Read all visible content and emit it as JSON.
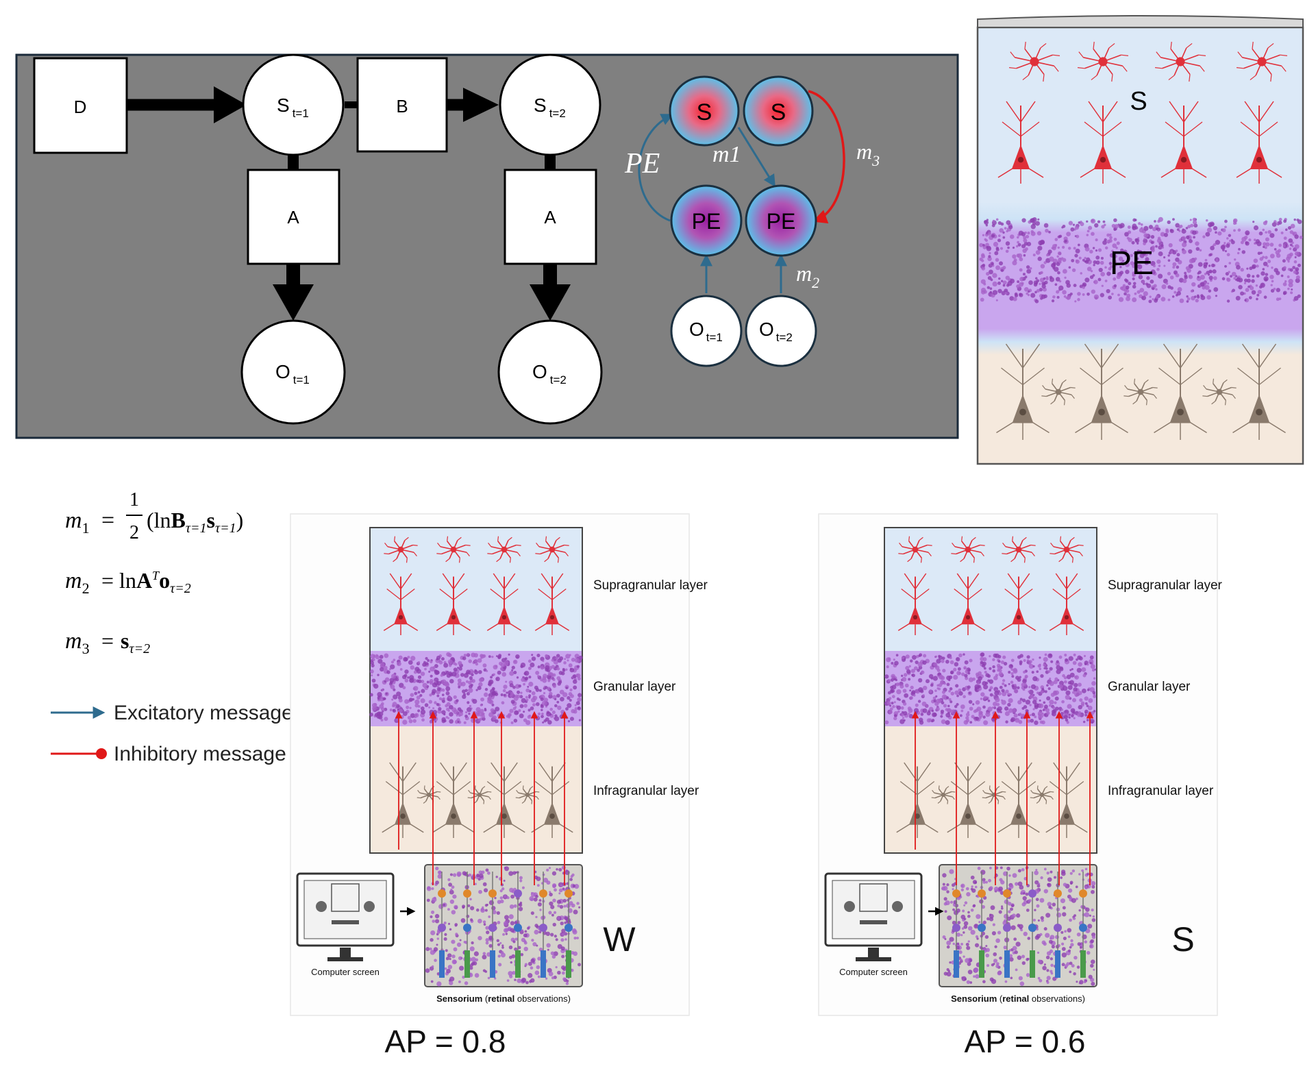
{
  "graph": {
    "nodes": {
      "D": "D",
      "B": "B",
      "A1": "A",
      "A2": "A",
      "S": "S",
      "O": "O",
      "sub1": "t=1",
      "sub2": "t=2"
    }
  },
  "circuit": {
    "s_label": "S",
    "pe_label": "PE",
    "o_label": "O",
    "sub1": "t=1",
    "sub2": "t=2",
    "pe_edge": "PE",
    "m1": "m1",
    "m2_base": "m",
    "m2_sub": "2",
    "m3_base": "m",
    "m3_sub": "3"
  },
  "cortex_top": {
    "s_label": "S",
    "pe_label": "PE"
  },
  "equations": {
    "eq1": {
      "lhs_base": "m",
      "lhs_sub": "1",
      "frac_num": "1",
      "frac_den": "2",
      "open": "(ln",
      "bold": "B",
      "sub_a": "τ=1",
      "bold2": "s",
      "sub_b": "τ=1",
      "close": ")"
    },
    "eq2": {
      "lhs_base": "m",
      "lhs_sub": "2",
      "pre": "= ln",
      "bold": "A",
      "sup": "T",
      "bold2": "o",
      "sub": "τ=2"
    },
    "eq3": {
      "lhs_base": "m",
      "lhs_sub": "3",
      "pre": "=",
      "bold": "s",
      "sub": "τ=2"
    }
  },
  "legend": [
    {
      "label": "Excitatory message",
      "color": "#2e6b8e"
    },
    {
      "label": "Inhibitory message",
      "color": "#e01818"
    }
  ],
  "panels": [
    {
      "layers": [
        "Supragranular layer",
        "Granular layer",
        "Infragranular layer"
      ],
      "screen_label": "Computer screen",
      "sensorium_bold": "Sensorium",
      "sensorium_paren_open": "(",
      "sensorium_paren_bold": "retinal",
      "sensorium_rest": "observations)",
      "letter": "W",
      "ap": "AP = 0.8"
    },
    {
      "layers": [
        "Supragranular layer",
        "Granular layer",
        "Infragranular layer"
      ],
      "screen_label": "Computer screen",
      "sensorium_bold": "Sensorium",
      "sensorium_paren_open": "(",
      "sensorium_paren_bold": "retinal",
      "sensorium_rest": "observations)",
      "letter": "S",
      "ap": "AP = 0.6"
    }
  ],
  "colors": {
    "graph_bg": "#808080",
    "supra": "#dce9f7",
    "granular": "#c9a6ee",
    "infra": "#f5e9dd",
    "neuron_red": "#e0303a",
    "neuron_brown": "#8a7a6c",
    "excitatory": "#2e6b8e",
    "inhibitory": "#e01818",
    "node_blue": "#5bc1ea"
  }
}
